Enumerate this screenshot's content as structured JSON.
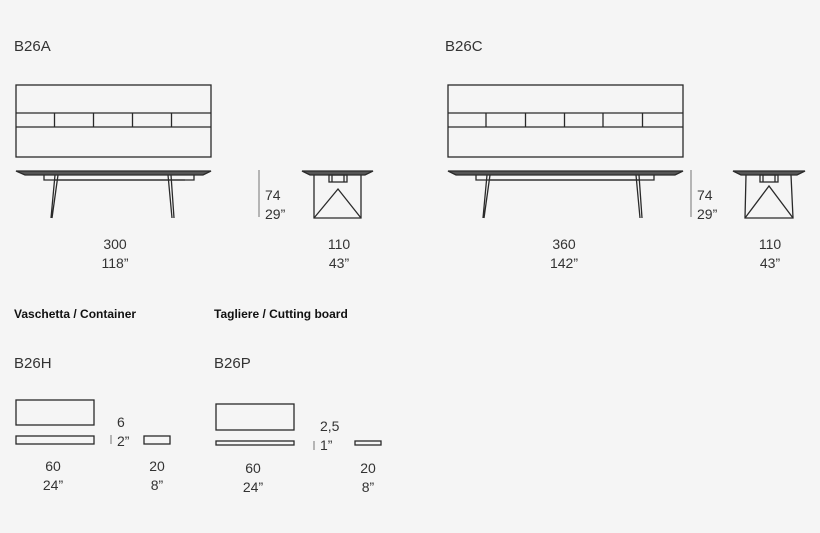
{
  "products": [
    {
      "code": "B26A",
      "length": {
        "cm": "300",
        "in": "118”"
      },
      "height": {
        "cm": "74",
        "in": "29”"
      },
      "depth": {
        "cm": "110",
        "in": "43”"
      },
      "top_view_compartments": 5
    },
    {
      "code": "B26C",
      "length": {
        "cm": "360",
        "in": "142”"
      },
      "height": {
        "cm": "74",
        "in": "29”"
      },
      "depth": {
        "cm": "110",
        "in": "43”"
      },
      "top_view_compartments": 6
    }
  ],
  "accessories": [
    {
      "section_title": "Vaschetta / Container",
      "code": "B26H",
      "length": {
        "cm": "60",
        "in": "24”"
      },
      "height": {
        "cm": "6",
        "in": "2”"
      },
      "depth": {
        "cm": "20",
        "in": "8”"
      }
    },
    {
      "section_title": "Tagliere / Cutting board",
      "code": "B26P",
      "length": {
        "cm": "60",
        "in": "24”"
      },
      "height": {
        "cm": "2,5",
        "in": "1”"
      },
      "depth": {
        "cm": "20",
        "in": "8”"
      }
    }
  ],
  "colors": {
    "background": "#f5f5f5",
    "line": "#2a2a2a",
    "dim_line": "#8a8a8a"
  }
}
